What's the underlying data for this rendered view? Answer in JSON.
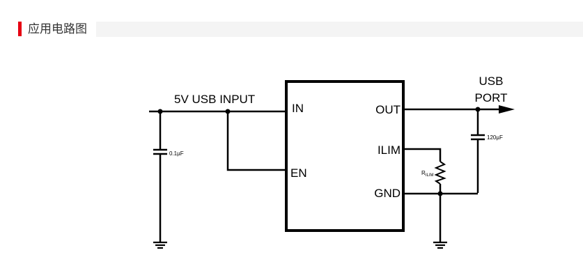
{
  "header": {
    "title": "应用电路图",
    "accent_color": "#e60012"
  },
  "diagram": {
    "input_label": "5V USB INPUT",
    "output_label_line1": "USB",
    "output_label_line2": "PORT",
    "pins": {
      "in": "IN",
      "en": "EN",
      "out": "OUT",
      "ilim": "ILIM",
      "gnd": "GND"
    },
    "input_cap": "0.1µF",
    "output_cap": "120µF",
    "resistor_main": "R",
    "resistor_sub": "ILIM"
  }
}
